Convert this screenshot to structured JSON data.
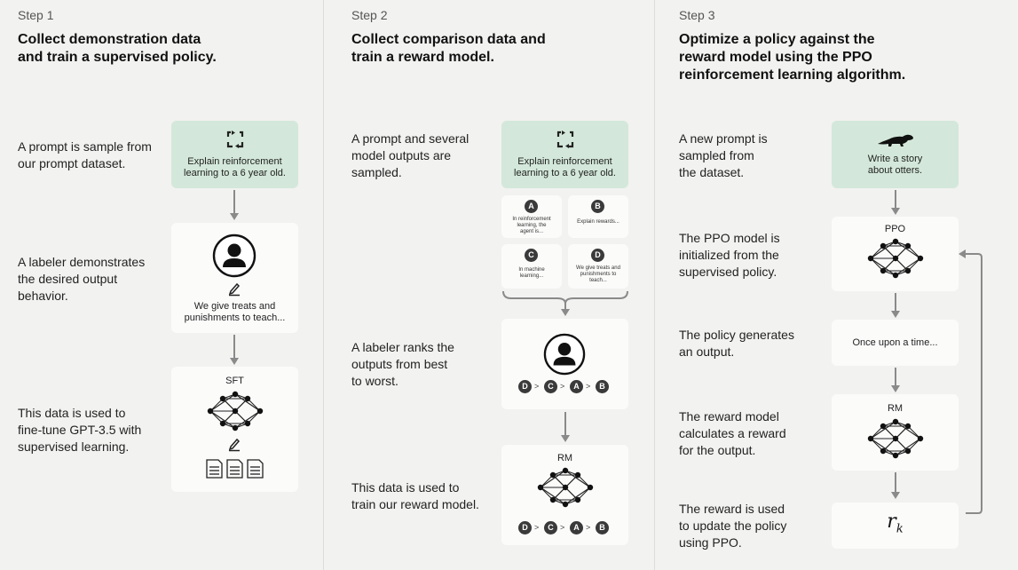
{
  "steps": [
    {
      "label": "Step 1",
      "title": "Collect demonstration data\nand train a supervised policy.",
      "descriptions": [
        "A prompt is sample from\nour prompt dataset.",
        "A labeler demonstrates\nthe desired output\nbehavior.",
        "This data is used to\nfine-tune GPT-3.5 with\nsupervised learning."
      ],
      "prompt_text": "Explain reinforcement\nlearning to a 6 year old.",
      "demo_text": "We give treats and\npunishments to teach...",
      "model_label": "SFT"
    },
    {
      "label": "Step 2",
      "title": "Collect comparison data and\ntrain a reward model.",
      "descriptions": [
        "A prompt and several\nmodel outputs are\nsampled.",
        "A labeler ranks the\noutputs from best\nto worst.",
        "This data is used to\ntrain our reward model."
      ],
      "prompt_text": "Explain reinforcement\nlearning to a 6 year old.",
      "outputs": [
        {
          "letter": "A",
          "text": "In reinforcement\nlearning, the\nagent is..."
        },
        {
          "letter": "B",
          "text": "Explain rewards..."
        },
        {
          "letter": "C",
          "text": "In machine\nlearning..."
        },
        {
          "letter": "D",
          "text": "We give treats and\npunishments to\nteach..."
        }
      ],
      "ranking": [
        "D",
        "C",
        "A",
        "B"
      ],
      "ranking_separator": ">",
      "model_label": "RM"
    },
    {
      "label": "Step 3",
      "title": "Optimize a policy against the\nreward model using the PPO\nreinforcement learning algorithm.",
      "descriptions": [
        "A new prompt is\nsampled from\nthe dataset.",
        "The PPO model is\ninitialized from the\nsupervised policy.",
        "The policy generates\nan output.",
        "The reward model\ncalculates a reward\nfor the output.",
        "The reward is used\nto update the policy\nusing PPO."
      ],
      "prompt_text": "Write a story\nabout otters.",
      "policy_label": "PPO",
      "output_text": "Once upon a time...",
      "reward_model_label": "RM",
      "reward_symbol": "r",
      "reward_subscript": "k"
    }
  ],
  "colors": {
    "background": "#f2f2f0",
    "card": "#fbfbfa",
    "prompt_card": "#d3e8da",
    "arrow": "#8a8a8a",
    "badge": "#3a3a3a"
  },
  "icons": [
    "recycle-icon",
    "labeler-avatar-icon",
    "pencil-icon",
    "neural-network-icon",
    "document-icon",
    "otter-icon"
  ]
}
